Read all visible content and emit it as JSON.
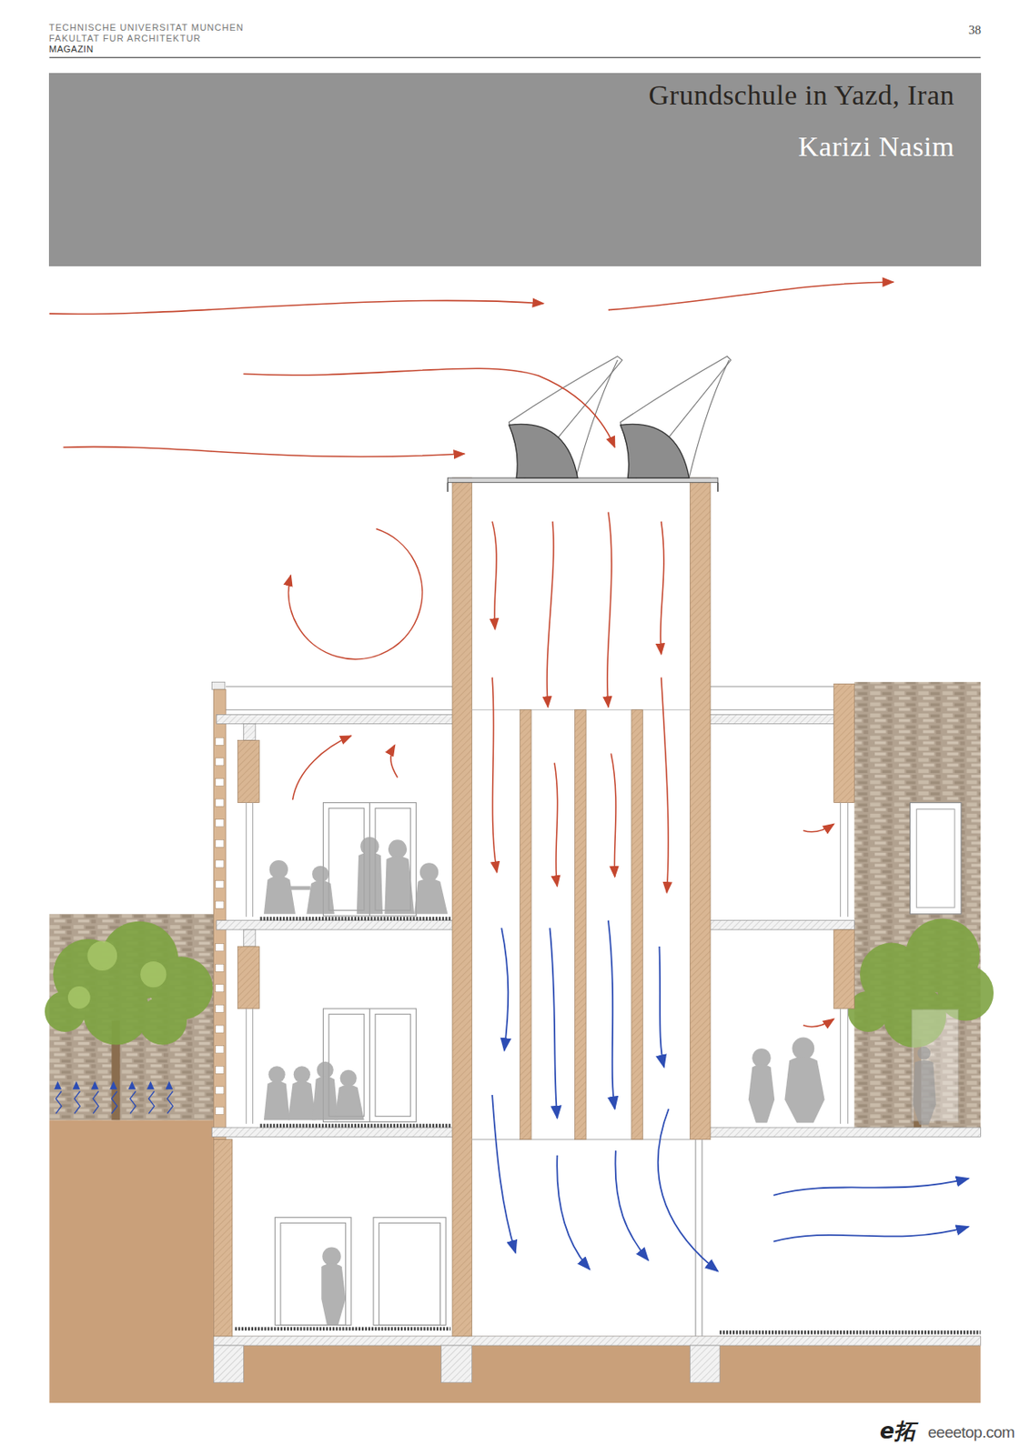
{
  "diagram": {
    "nodes": [
      {
        "text": [
          "Grundschule in Yazd, Iran",
          "Karizi Nasim"
        ]
      }
    ],
    "labels": [
      "TECHNISCHE UNIVERSITAT MUNCHEN",
      "FAKULTAT FUR ARCHITEKTUR",
      "MAGAZIN",
      "38",
      "e拓",
      "eeeetop.com"
    ]
  }
}
